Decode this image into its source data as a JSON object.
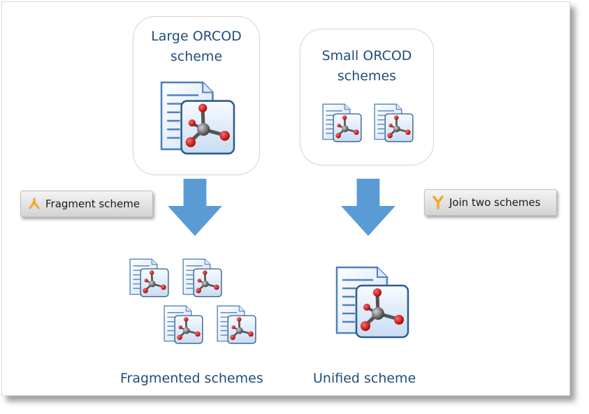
{
  "large_box": {
    "title_line1": "Large ORCOD",
    "title_line2": "scheme"
  },
  "small_box": {
    "title_line1": "Small ORCOD",
    "title_line2": "schemes"
  },
  "fragment_button": {
    "label": "Fragment scheme",
    "icon": "fragment-icon"
  },
  "join_button": {
    "label": "Join two schemes",
    "icon": "join-icon"
  },
  "captions": {
    "fragmented": "Fragmented schemes",
    "unified": "Unified scheme"
  },
  "colors": {
    "title_text": "#1f4e79",
    "arrow": "#5b9bd5",
    "doc_border": "#4f81bd",
    "molecule_atom": "#cc0000",
    "icon_orange": "#f5a623"
  }
}
